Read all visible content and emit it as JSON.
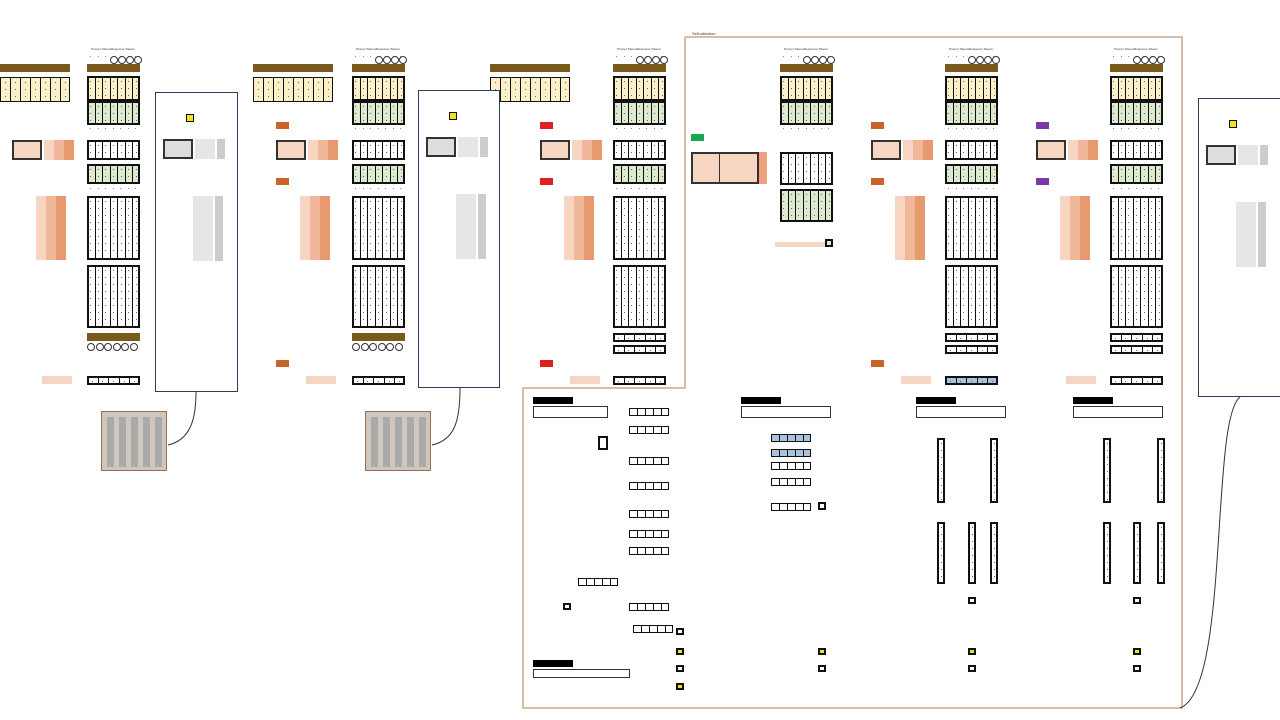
{
  "canvas_title": "Self-attention",
  "headers": {
    "prompt_tokens": "Prompt Tokens",
    "response_tokens": "Response Tokens"
  },
  "colors": {
    "tan_bar": "#7a5a1c",
    "cream": "#fbf0c8",
    "green": "#dde9cf",
    "peach": "#f6d6c3",
    "orange_badge": "#c8642a",
    "red_badge": "#e02020",
    "green_badge": "#1aa653",
    "purple_badge": "#7a3aa8",
    "blue_cell": "#a9c3dd",
    "yellow": "#f2e21a",
    "frame": "#c9a98c"
  }
}
